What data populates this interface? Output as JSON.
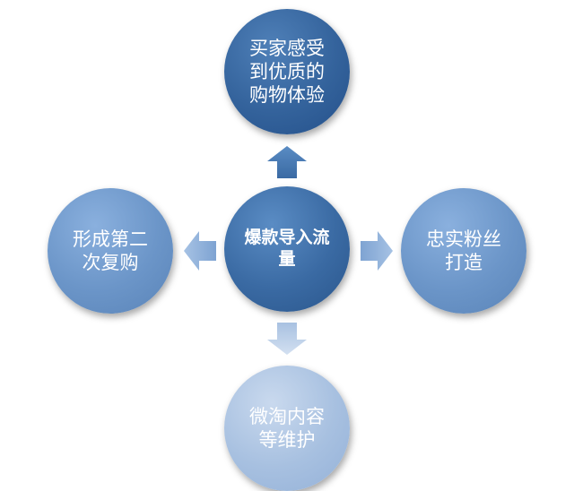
{
  "center": {
    "line1": "爆款导入流",
    "line2": "量"
  },
  "top": {
    "line1": "买家感受",
    "line2": "到优质的",
    "line3": "购物体验"
  },
  "left": {
    "line1": "形成第二",
    "line2": "次复购"
  },
  "right": {
    "line1": "忠实粉丝",
    "line2": "打造"
  },
  "bottom": {
    "line1": "微淘内容",
    "line2": "等维护"
  },
  "colors": {
    "center": "#3a6aa3",
    "top": "#34639c",
    "side": "#6b95c8",
    "bottom": "#a7c0e0",
    "arrow_top": "#3f72ad",
    "arrow_side": "#8fb1db",
    "arrow_bottom": "#b9cde8"
  }
}
